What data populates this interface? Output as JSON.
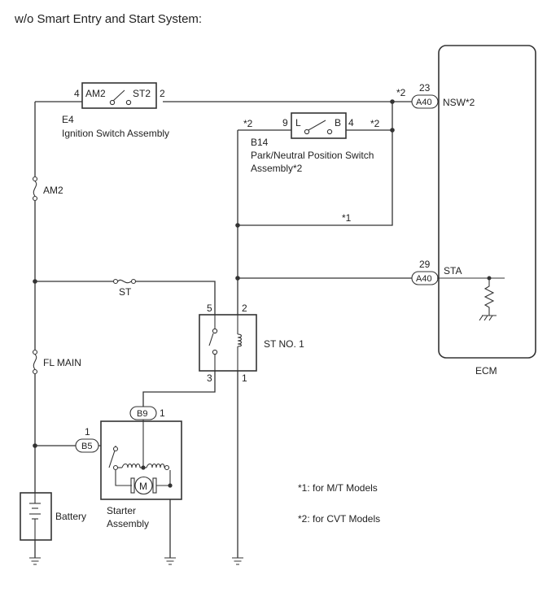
{
  "title": "w/o Smart Entry and Start System:",
  "ecm": {
    "label": "ECM",
    "nsw": {
      "pin": "23",
      "connector": "A40",
      "signal": "NSW*2",
      "note": "*2"
    },
    "sta": {
      "pin": "29",
      "connector": "A40",
      "signal": "STA"
    }
  },
  "ignition_switch": {
    "code": "E4",
    "name": "Ignition Switch Assembly",
    "pin_left": "4",
    "pin_right": "2",
    "terminal_left": "AM2",
    "terminal_right": "ST2"
  },
  "park_neutral_switch": {
    "code": "B14",
    "name_line1": "Park/Neutral Position Switch",
    "name_line2": "Assembly*2",
    "pin_left": "9",
    "pin_right": "4",
    "terminal_left": "L",
    "terminal_right": "B",
    "note_left": "*2",
    "note_right": "*2"
  },
  "mt_bypass_note": "*1",
  "fuses": {
    "am2": "AM2",
    "st": "ST",
    "fl_main": "FL MAIN"
  },
  "relay": {
    "label": "ST NO. 1",
    "pin5": "5",
    "pin2": "2",
    "pin3": "3",
    "pin1": "1"
  },
  "starter": {
    "label_line1": "Starter",
    "label_line2": "Assembly",
    "b9_connector": "B9",
    "b9_pin": "1",
    "b5_connector": "B5",
    "b5_pin": "1",
    "motor": "M"
  },
  "battery": {
    "label": "Battery"
  },
  "notes": {
    "note1": "*1: for M/T Models",
    "note2": "*2: for CVT Models"
  }
}
